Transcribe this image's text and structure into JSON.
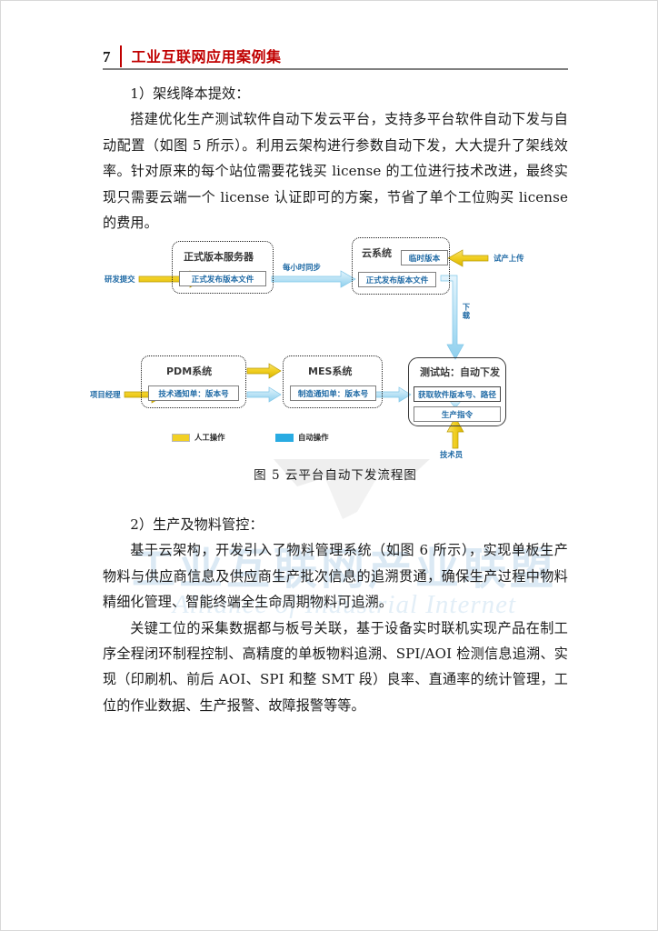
{
  "header": {
    "page_number": "7",
    "title": "工业互联网应用案例集",
    "title_color": "#c00000"
  },
  "watermark": {
    "text_cn": "工业互联网产业联盟",
    "text_en": "Alliance of Industrial Internet",
    "color": "#dbe9f4"
  },
  "body": {
    "para1": "1）架线降本提效：",
    "para2": "搭建优化生产测试软件自动下发云平台，支持多平台软件自动下发与自动配置（如图 5 所示）。利用云架构进行参数自动下发，大大提升了架线效率。针对原来的每个站位需要花钱买 license 的工位进行技术改进，最终实现只需要云端一个 license 认证即可的方案，节省了单个工位购买 license 的费用。",
    "para3": "2）生产及物料管控：",
    "para4": "基于云架构，开发引入了物料管理系统（如图 6 所示），实现单板生产物料与供应商信息及供应商生产批次信息的追溯贯通，确保生产过程中物料精细化管理、智能终端全生命周期物料可追溯。",
    "para5": "关键工位的采集数据都与板号关联，基于设备实时联机实现产品在制工序全程闭环制程控制、高精度的单板物料追溯、SPI/AOI 检测信息追溯、实现（印刷机、前后 AOI、SPI 和整 SMT 段）良率、直通率的统计管理，工位的作业数据、生产报警、故障报警等等。"
  },
  "figure": {
    "caption": "图 5  云平台自动下发流程图",
    "colors": {
      "manual": "#F2D024",
      "auto": "#29ABE2",
      "auto_light": "#BFE4F5",
      "text_blue": "#1f6aa5"
    },
    "nodes": {
      "official_server": {
        "title": "正式版本服务器",
        "item": "正式发布版本文件"
      },
      "cloud_system": {
        "title": "云系统",
        "item_temp": "临时版本",
        "item_official": "正式发布版本文件"
      },
      "pdm": {
        "title": "PDM系统",
        "item": "技术通知单：版本号"
      },
      "mes": {
        "title": "MES系统",
        "item": "制造通知单：版本号"
      },
      "test_station": {
        "title": "测试站：自动下发",
        "item_fetch": "获取软件版本号、路径",
        "item_order": "生产指令"
      }
    },
    "flow_labels": {
      "rd_submit": "研发提交",
      "hourly_sync": "每小时同步",
      "trial_upload": "试产上传",
      "download": "下载",
      "project_manager": "项目经理",
      "technician": "技术员"
    },
    "legend": [
      {
        "label": "人工操作",
        "color": "#F2D024"
      },
      {
        "label": "自动操作",
        "color": "#29ABE2"
      }
    ]
  }
}
